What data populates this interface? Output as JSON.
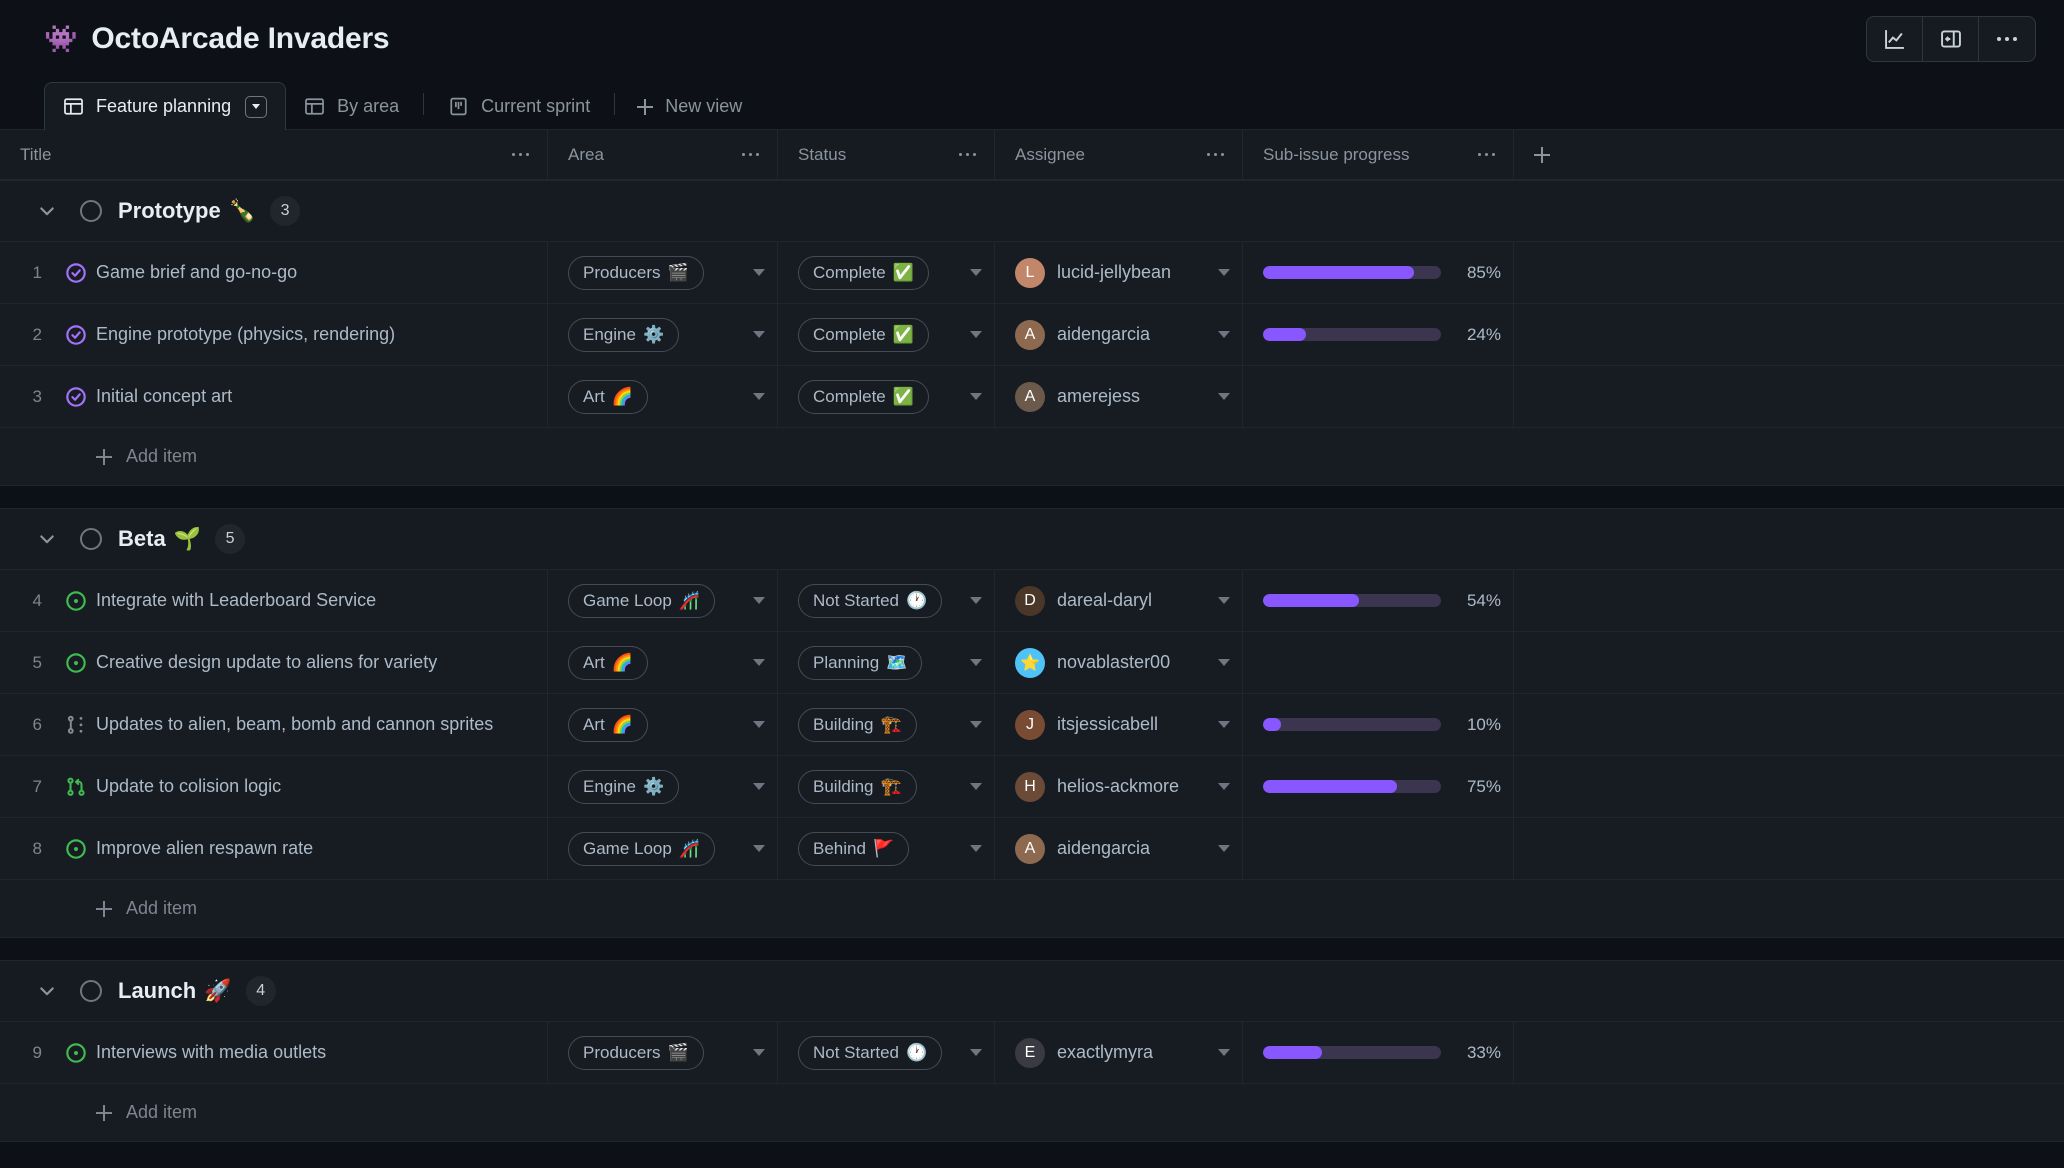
{
  "header": {
    "project_emoji": "👾",
    "title": "OctoArcade Invaders",
    "actions": [
      {
        "name": "insights-icon",
        "label": "Insights"
      },
      {
        "name": "side-panel-icon",
        "label": "Toggle side panel"
      },
      {
        "name": "more-options-icon",
        "label": "More options"
      }
    ]
  },
  "tabs": [
    {
      "label": "Feature planning",
      "icon": "table-view-icon",
      "active": true,
      "has_caret": true
    },
    {
      "label": "By area",
      "icon": "table-view-icon",
      "active": false,
      "has_caret": false
    },
    {
      "label": "Current sprint",
      "icon": "board-view-icon",
      "active": false,
      "has_caret": false
    }
  ],
  "new_view_label": "New view",
  "columns": [
    {
      "label": "Title"
    },
    {
      "label": "Area"
    },
    {
      "label": "Status"
    },
    {
      "label": "Assignee"
    },
    {
      "label": "Sub-issue progress"
    }
  ],
  "add_item_label": "Add item",
  "colors": {
    "accent_progress": "#8957ff",
    "progress_track": "#3b3550",
    "issue_closed": "#a371f7",
    "issue_open": "#3fb950",
    "issue_draft": "#848d97",
    "page_bg": "#0d1117",
    "surface_bg": "#161b22",
    "row_bg": "#171c23",
    "border": "#21262d"
  },
  "groups": [
    {
      "name": "Prototype",
      "emoji": "🍾",
      "count": "3",
      "rows": [
        {
          "num": "1",
          "issue_icon": "issue-closed-icon",
          "title": "Game brief and go-no-go",
          "area": "Producers",
          "area_emoji": "🎬",
          "status": "Complete",
          "status_emoji": "✅",
          "assignee": "lucid-jellybean",
          "avatar_color": "#c2866b",
          "avatar_initial": "L",
          "progress": 85,
          "progress_label": "85%"
        },
        {
          "num": "2",
          "issue_icon": "issue-closed-icon",
          "title": "Engine prototype (physics, rendering)",
          "area": "Engine",
          "area_emoji": "⚙️",
          "status": "Complete",
          "status_emoji": "✅",
          "assignee": "aidengarcia",
          "avatar_color": "#8d6a4f",
          "avatar_initial": "A",
          "progress": 24,
          "progress_label": "24%"
        },
        {
          "num": "3",
          "issue_icon": "issue-closed-icon",
          "title": "Initial concept art",
          "area": "Art",
          "area_emoji": "🌈",
          "status": "Complete",
          "status_emoji": "✅",
          "assignee": "amerejess",
          "avatar_color": "#6b5a4b",
          "avatar_initial": "A",
          "progress": null,
          "progress_label": ""
        }
      ]
    },
    {
      "name": "Beta",
      "emoji": "🌱",
      "count": "5",
      "rows": [
        {
          "num": "4",
          "issue_icon": "issue-open-icon",
          "title": "Integrate with Leaderboard Service",
          "area": "Game Loop",
          "area_emoji": "🎢",
          "status": "Not Started",
          "status_emoji": "🕐",
          "assignee": "dareal-daryl",
          "avatar_color": "#4a3728",
          "avatar_initial": "D",
          "progress": 54,
          "progress_label": "54%"
        },
        {
          "num": "5",
          "issue_icon": "issue-open-icon",
          "title": "Creative design update to aliens for variety",
          "area": "Art",
          "area_emoji": "🌈",
          "status": "Planning",
          "status_emoji": "🗺️",
          "assignee": "novablaster00",
          "avatar_color": "#4fc3f7",
          "avatar_initial": "⭐",
          "progress": null,
          "progress_label": ""
        },
        {
          "num": "6",
          "issue_icon": "issue-draft-icon",
          "title": "Updates to alien, beam, bomb and cannon sprites",
          "area": "Art",
          "area_emoji": "🌈",
          "status": "Building",
          "status_emoji": "🏗️",
          "assignee": "itsjessicabell",
          "avatar_color": "#7a4b33",
          "avatar_initial": "J",
          "progress": 10,
          "progress_label": "10%"
        },
        {
          "num": "7",
          "issue_icon": "pull-request-icon",
          "title": "Update to colision logic",
          "area": "Engine",
          "area_emoji": "⚙️",
          "status": "Building",
          "status_emoji": "🏗️",
          "assignee": "helios-ackmore",
          "avatar_color": "#6b4a38",
          "avatar_initial": "H",
          "progress": 75,
          "progress_label": "75%"
        },
        {
          "num": "8",
          "issue_icon": "issue-open-icon",
          "title": "Improve alien respawn rate",
          "area": "Game Loop",
          "area_emoji": "🎢",
          "status": "Behind",
          "status_emoji": "🚩",
          "assignee": "aidengarcia",
          "avatar_color": "#8d6a4f",
          "avatar_initial": "A",
          "progress": null,
          "progress_label": ""
        }
      ]
    },
    {
      "name": "Launch",
      "emoji": "🚀",
      "count": "4",
      "rows": [
        {
          "num": "9",
          "issue_icon": "issue-open-icon",
          "title": "Interviews with media outlets",
          "area": "Producers",
          "area_emoji": "🎬",
          "status": "Not Started",
          "status_emoji": "🕐",
          "assignee": "exactlymyra",
          "avatar_color": "#3a3a42",
          "avatar_initial": "E",
          "progress": 33,
          "progress_label": "33%"
        }
      ]
    }
  ]
}
